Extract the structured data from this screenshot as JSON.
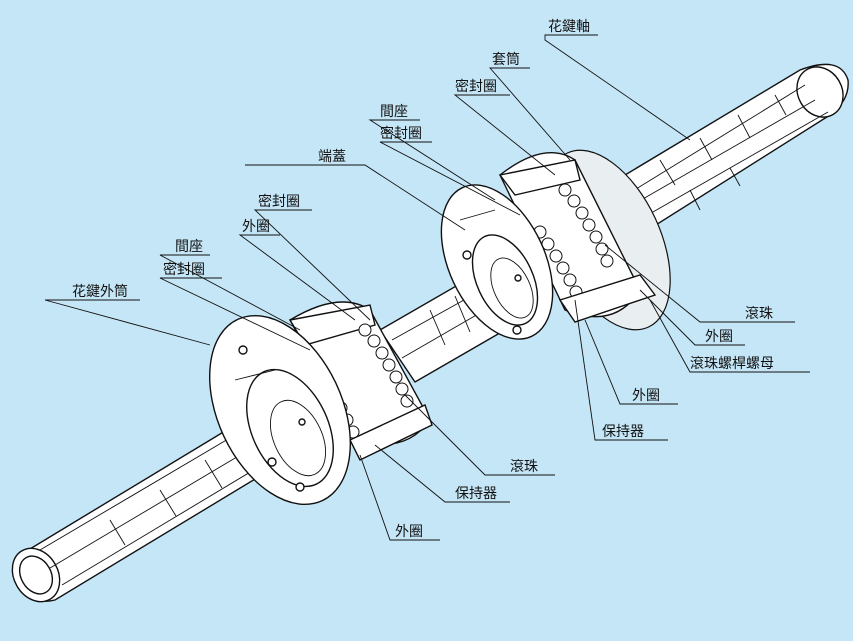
{
  "labels": {
    "spline_shaft": "花鍵軸",
    "sleeve": "套筒",
    "seal_right_top": "密封圈",
    "spacer_right": "間座",
    "seal_right_mid": "密封圈",
    "end_cap": "端蓋",
    "seal_left_top": "密封圈",
    "outer_ring_left_top": "外圈",
    "spacer_left": "間座",
    "seal_left": "密封圈",
    "spline_outer_sleeve": "花鍵外筒",
    "ball_right": "滾珠",
    "outer_ring_right": "外圈",
    "ball_screw_nut": "滾珠螺桿螺母",
    "outer_ring_right_low": "外圈",
    "retainer_right": "保持器",
    "ball_left": "滾珠",
    "retainer_left": "保持器",
    "outer_ring_left_bottom": "外圈"
  }
}
